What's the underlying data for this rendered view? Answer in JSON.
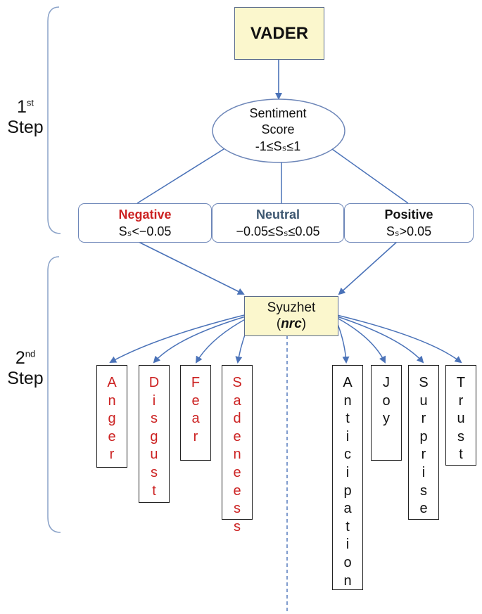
{
  "steps": {
    "first": {
      "number": "1",
      "suffix": "st",
      "word": "Step"
    },
    "second": {
      "number": "2",
      "suffix": "nd",
      "word": "Step"
    }
  },
  "vader": {
    "label": "VADER"
  },
  "sentiment": {
    "line1": "Sentiment",
    "line2": "Score",
    "line3": "-1≤Sₛ≤1"
  },
  "categories": [
    {
      "name": "Negative",
      "range": "Sₛ<−0.05",
      "color": "#cc2222"
    },
    {
      "name": "Neutral",
      "range": "−0.05≤Sₛ≤0.05",
      "color": "#3c5670"
    },
    {
      "name": "Positive",
      "range": "Sₛ>0.05",
      "color": "#111111"
    }
  ],
  "syuzhet": {
    "line1": "Syuzhet",
    "paren_open": "(",
    "method": "nrc",
    "paren_close": ")"
  },
  "emotions_negative": [
    {
      "label": "Anger"
    },
    {
      "label": "Disgust"
    },
    {
      "label": "Fear"
    },
    {
      "label": "Sadeneess"
    }
  ],
  "emotions_positive": [
    {
      "label": "Anticipation"
    },
    {
      "label": "Joy"
    },
    {
      "label": "Surprise"
    },
    {
      "label": "Trust"
    }
  ],
  "colors": {
    "negative_text": "#cc2222",
    "positive_text": "#111111",
    "arrow": "#4a72b8",
    "box_fill": "#fbf7cd"
  }
}
